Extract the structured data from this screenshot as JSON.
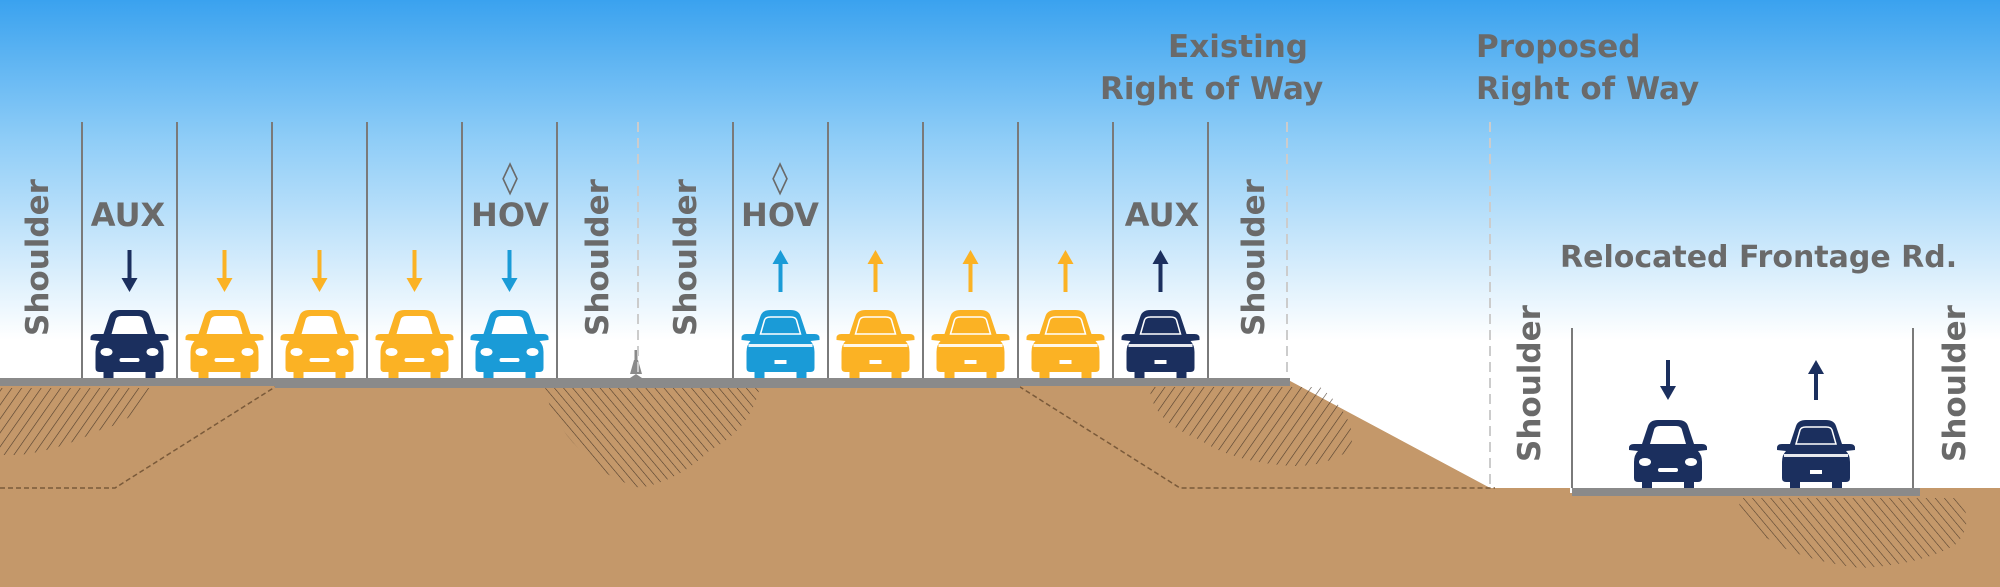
{
  "labels": {
    "existing_row": [
      "Existing",
      "Right of Way"
    ],
    "proposed_row": [
      "Proposed",
      "Right of Way"
    ],
    "frontage": "Relocated Frontage Rd.",
    "shoulder": "Shoulder",
    "aux": "AUX",
    "hov": "HOV",
    "diamond": "◊"
  },
  "colors": {
    "sky_top": "#3aa2ef",
    "sky_bottom": "#ffffff",
    "ground": "#c4986a",
    "road": "#8a8a8a",
    "lane_line": "#7a7a7a",
    "navy": "#1b2f5e",
    "yellow": "#fbb224",
    "blue": "#1a9bd7",
    "text_gray": "#6a6a6a"
  },
  "lanes": [
    {
      "type": "AUX",
      "direction": "down",
      "color": "navy"
    },
    {
      "type": "general",
      "direction": "down",
      "color": "yellow"
    },
    {
      "type": "general",
      "direction": "down",
      "color": "yellow"
    },
    {
      "type": "general",
      "direction": "down",
      "color": "yellow"
    },
    {
      "type": "HOV",
      "direction": "down",
      "color": "blue"
    },
    {
      "type": "HOV",
      "direction": "up",
      "color": "blue"
    },
    {
      "type": "general",
      "direction": "up",
      "color": "yellow"
    },
    {
      "type": "general",
      "direction": "up",
      "color": "yellow"
    },
    {
      "type": "general",
      "direction": "up",
      "color": "yellow"
    },
    {
      "type": "AUX",
      "direction": "up",
      "color": "navy"
    }
  ],
  "frontage_lanes": [
    {
      "direction": "down",
      "color": "navy"
    },
    {
      "direction": "up",
      "color": "navy"
    }
  ]
}
